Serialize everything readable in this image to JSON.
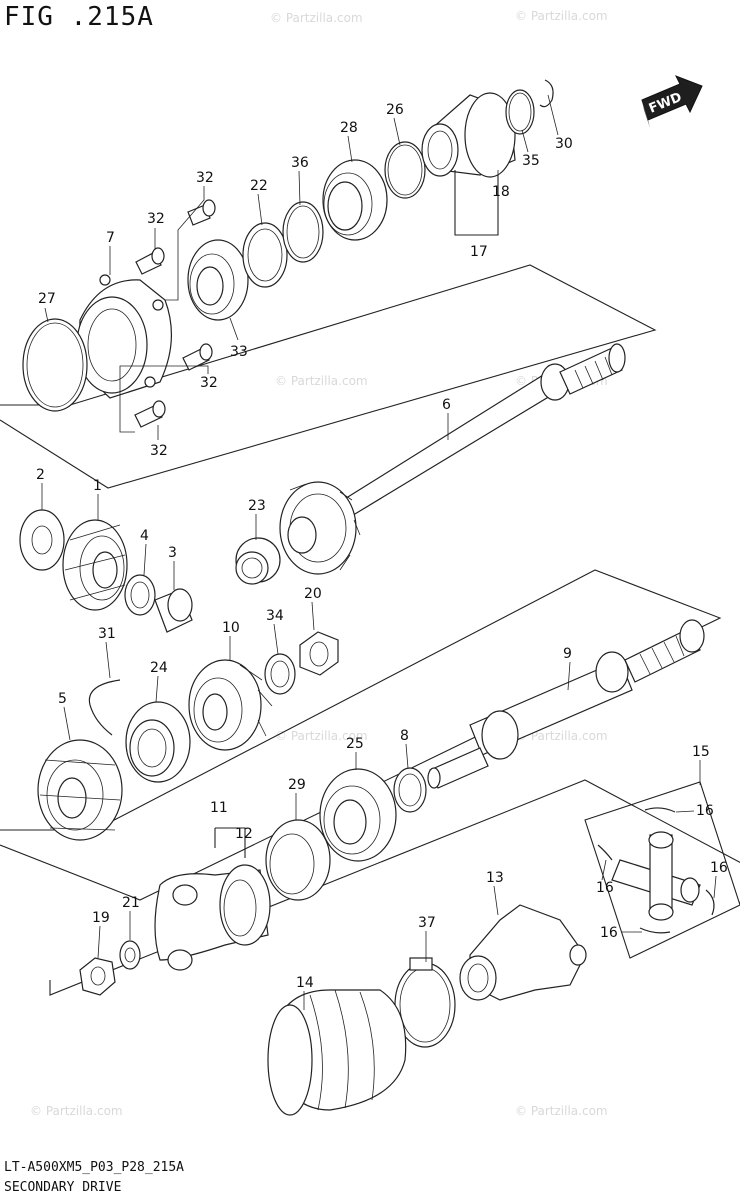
{
  "figure": {
    "title": "FIG .215A",
    "code": "LT-A500XM5_P03_P28_215A",
    "name": "SECONDARY DRIVE",
    "fwd_label": "FWD",
    "watermark": "© Partzilla.com"
  },
  "callouts": {
    "c1": "1",
    "c2": "2",
    "c3": "3",
    "c4": "4",
    "c5": "5",
    "c6": "6",
    "c7": "7",
    "c8": "8",
    "c9": "9",
    "c10": "10",
    "c11": "11",
    "c12": "12",
    "c13": "13",
    "c14": "14",
    "c15": "15",
    "c16a": "16",
    "c16b": "16",
    "c16c": "16",
    "c16d": "16",
    "c17": "17",
    "c18": "18",
    "c19": "19",
    "c20": "20",
    "c21": "21",
    "c22": "22",
    "c23": "23",
    "c24": "24",
    "c25": "25",
    "c26": "26",
    "c27": "27",
    "c28": "28",
    "c29": "29",
    "c30": "30",
    "c31": "31",
    "c32a": "32",
    "c32b": "32",
    "c32c": "32",
    "c32d": "32",
    "c33": "33",
    "c34": "34",
    "c35": "35",
    "c36": "36",
    "c37": "37"
  },
  "icons": {
    "fwd_arrow": "arrow-up-right-icon"
  }
}
